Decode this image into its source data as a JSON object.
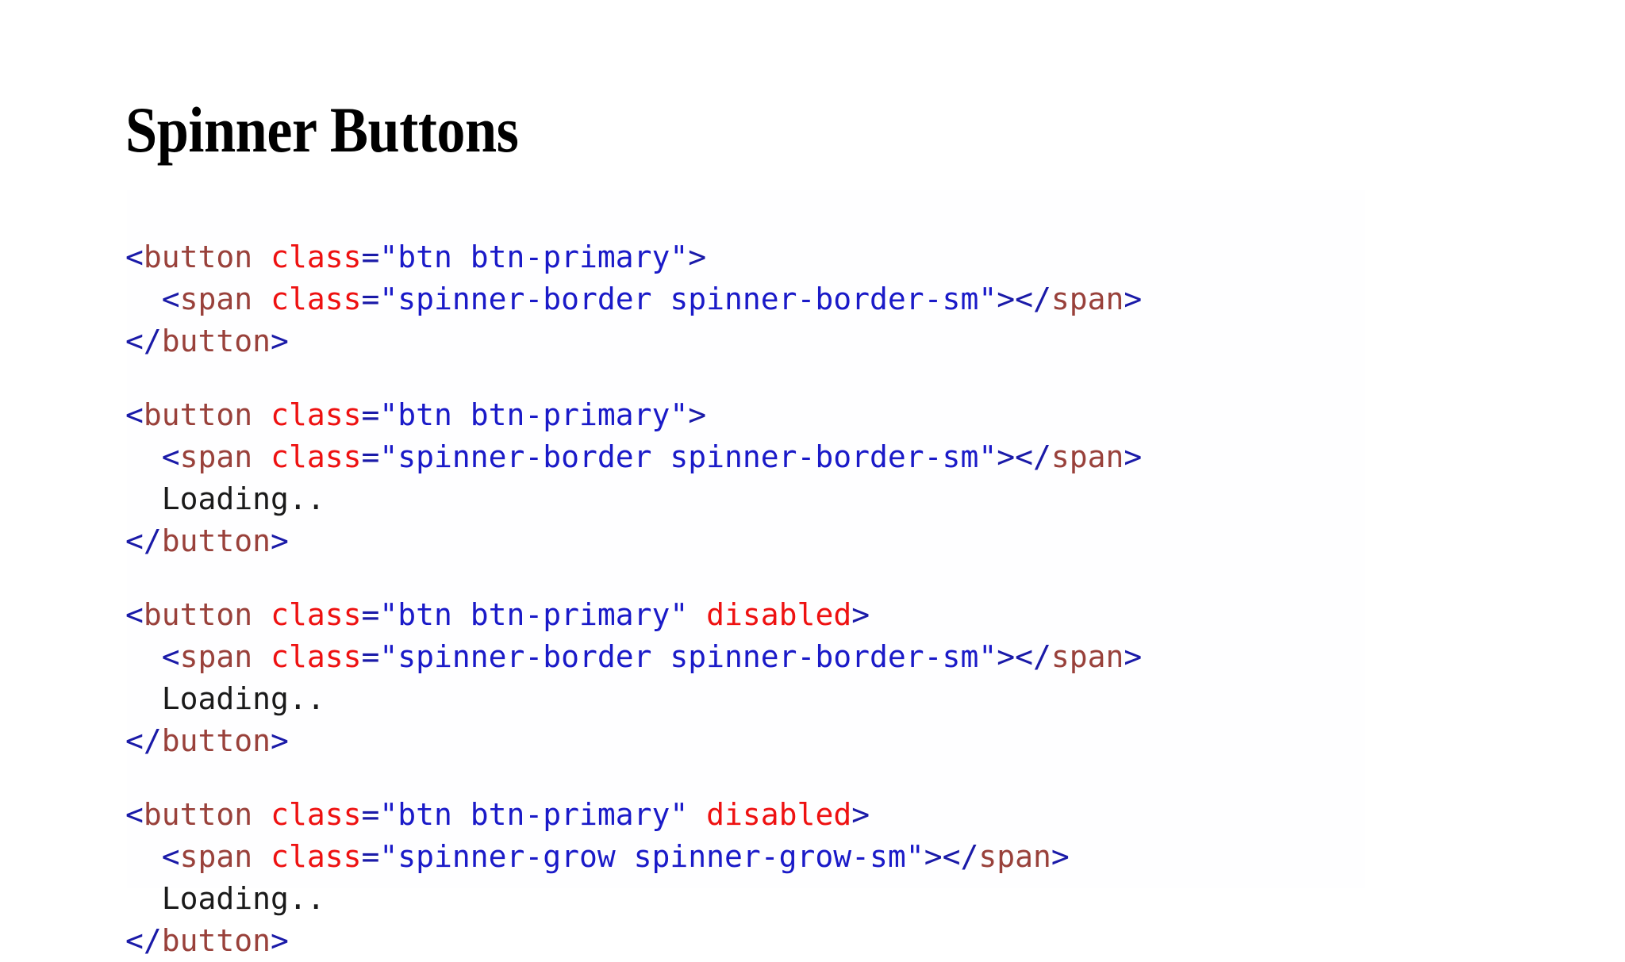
{
  "page": {
    "title": "Spinner Buttons",
    "background_color": "#ffffff"
  },
  "syntax_colors": {
    "punctuation": "#1a1aa8",
    "tag_name": "#99413b",
    "attribute_name": "#ee1111",
    "attribute_value": "#1a1ac8",
    "text_content": "#1a1a1a"
  },
  "code_blocks": [
    {
      "id": "spinner-border-only",
      "lines": [
        {
          "indent": "",
          "tokens": [
            {
              "t": "punct",
              "v": "<"
            },
            {
              "t": "tag",
              "v": "button"
            },
            {
              "t": "text",
              "v": " "
            },
            {
              "t": "attr",
              "v": "class"
            },
            {
              "t": "punct",
              "v": "="
            },
            {
              "t": "value",
              "v": "\"btn btn-primary\""
            },
            {
              "t": "punct",
              "v": ">"
            }
          ]
        },
        {
          "indent": "  ",
          "tokens": [
            {
              "t": "punct",
              "v": "<"
            },
            {
              "t": "tag",
              "v": "span"
            },
            {
              "t": "text",
              "v": " "
            },
            {
              "t": "attr",
              "v": "class"
            },
            {
              "t": "punct",
              "v": "="
            },
            {
              "t": "value",
              "v": "\"spinner-border spinner-border-sm\""
            },
            {
              "t": "punct",
              "v": ">"
            },
            {
              "t": "punct",
              "v": "</"
            },
            {
              "t": "tag",
              "v": "span"
            },
            {
              "t": "punct",
              "v": ">"
            }
          ]
        },
        {
          "indent": "",
          "tokens": [
            {
              "t": "punct",
              "v": "</"
            },
            {
              "t": "tag",
              "v": "button"
            },
            {
              "t": "punct",
              "v": ">"
            }
          ]
        }
      ]
    },
    {
      "id": "spinner-border-loading",
      "lines": [
        {
          "indent": "",
          "tokens": [
            {
              "t": "punct",
              "v": "<"
            },
            {
              "t": "tag",
              "v": "button"
            },
            {
              "t": "text",
              "v": " "
            },
            {
              "t": "attr",
              "v": "class"
            },
            {
              "t": "punct",
              "v": "="
            },
            {
              "t": "value",
              "v": "\"btn btn-primary\""
            },
            {
              "t": "punct",
              "v": ">"
            }
          ]
        },
        {
          "indent": "  ",
          "tokens": [
            {
              "t": "punct",
              "v": "<"
            },
            {
              "t": "tag",
              "v": "span"
            },
            {
              "t": "text",
              "v": " "
            },
            {
              "t": "attr",
              "v": "class"
            },
            {
              "t": "punct",
              "v": "="
            },
            {
              "t": "value",
              "v": "\"spinner-border spinner-border-sm\""
            },
            {
              "t": "punct",
              "v": ">"
            },
            {
              "t": "punct",
              "v": "</"
            },
            {
              "t": "tag",
              "v": "span"
            },
            {
              "t": "punct",
              "v": ">"
            }
          ]
        },
        {
          "indent": "  ",
          "tokens": [
            {
              "t": "text",
              "v": "Loading.."
            }
          ]
        },
        {
          "indent": "",
          "tokens": [
            {
              "t": "punct",
              "v": "</"
            },
            {
              "t": "tag",
              "v": "button"
            },
            {
              "t": "punct",
              "v": ">"
            }
          ]
        }
      ]
    },
    {
      "id": "spinner-border-disabled",
      "lines": [
        {
          "indent": "",
          "tokens": [
            {
              "t": "punct",
              "v": "<"
            },
            {
              "t": "tag",
              "v": "button"
            },
            {
              "t": "text",
              "v": " "
            },
            {
              "t": "attr",
              "v": "class"
            },
            {
              "t": "punct",
              "v": "="
            },
            {
              "t": "value",
              "v": "\"btn btn-primary\""
            },
            {
              "t": "text",
              "v": " "
            },
            {
              "t": "attr",
              "v": "disabled"
            },
            {
              "t": "punct",
              "v": ">"
            }
          ]
        },
        {
          "indent": "  ",
          "tokens": [
            {
              "t": "punct",
              "v": "<"
            },
            {
              "t": "tag",
              "v": "span"
            },
            {
              "t": "text",
              "v": " "
            },
            {
              "t": "attr",
              "v": "class"
            },
            {
              "t": "punct",
              "v": "="
            },
            {
              "t": "value",
              "v": "\"spinner-border spinner-border-sm\""
            },
            {
              "t": "punct",
              "v": ">"
            },
            {
              "t": "punct",
              "v": "</"
            },
            {
              "t": "tag",
              "v": "span"
            },
            {
              "t": "punct",
              "v": ">"
            }
          ]
        },
        {
          "indent": "  ",
          "tokens": [
            {
              "t": "text",
              "v": "Loading.."
            }
          ]
        },
        {
          "indent": "",
          "tokens": [
            {
              "t": "punct",
              "v": "</"
            },
            {
              "t": "tag",
              "v": "button"
            },
            {
              "t": "punct",
              "v": ">"
            }
          ]
        }
      ]
    },
    {
      "id": "spinner-grow-disabled",
      "lines": [
        {
          "indent": "",
          "tokens": [
            {
              "t": "punct",
              "v": "<"
            },
            {
              "t": "tag",
              "v": "button"
            },
            {
              "t": "text",
              "v": " "
            },
            {
              "t": "attr",
              "v": "class"
            },
            {
              "t": "punct",
              "v": "="
            },
            {
              "t": "value",
              "v": "\"btn btn-primary\""
            },
            {
              "t": "text",
              "v": " "
            },
            {
              "t": "attr",
              "v": "disabled"
            },
            {
              "t": "punct",
              "v": ">"
            }
          ]
        },
        {
          "indent": "  ",
          "tokens": [
            {
              "t": "punct",
              "v": "<"
            },
            {
              "t": "tag",
              "v": "span"
            },
            {
              "t": "text",
              "v": " "
            },
            {
              "t": "attr",
              "v": "class"
            },
            {
              "t": "punct",
              "v": "="
            },
            {
              "t": "value",
              "v": "\"spinner-grow spinner-grow-sm\""
            },
            {
              "t": "punct",
              "v": ">"
            },
            {
              "t": "punct",
              "v": "</"
            },
            {
              "t": "tag",
              "v": "span"
            },
            {
              "t": "punct",
              "v": ">"
            }
          ]
        },
        {
          "indent": "  ",
          "tokens": [
            {
              "t": "text",
              "v": "Loading.."
            }
          ]
        },
        {
          "indent": "",
          "tokens": [
            {
              "t": "punct",
              "v": "</"
            },
            {
              "t": "tag",
              "v": "button"
            },
            {
              "t": "punct",
              "v": ">"
            }
          ]
        }
      ]
    }
  ]
}
